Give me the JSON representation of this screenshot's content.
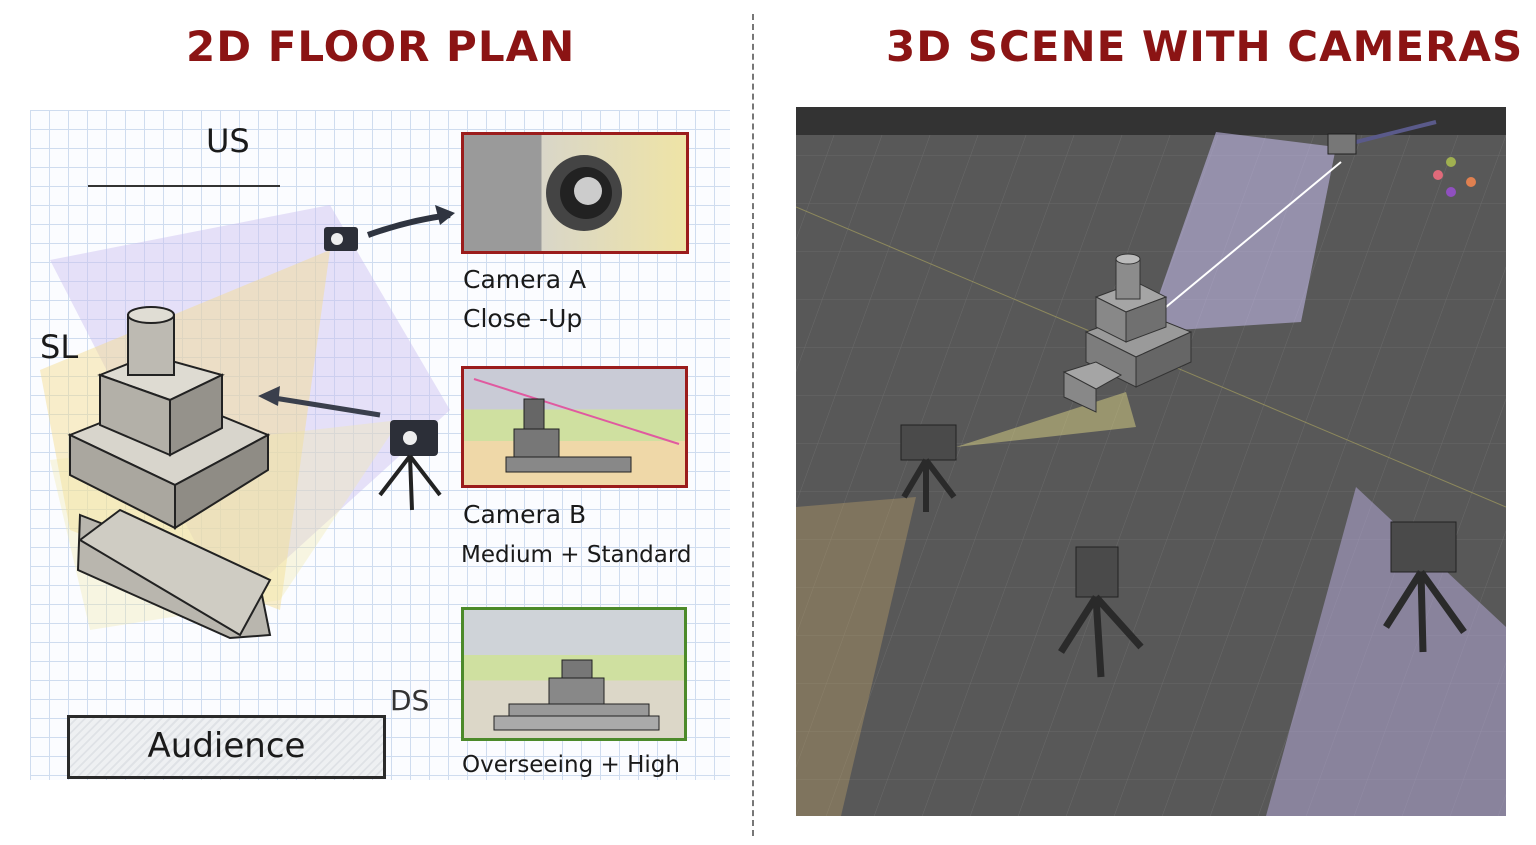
{
  "titles": {
    "left": "2D FLOOR PLAN",
    "right": "3D SCENE WITH CAMERAS"
  },
  "floor_plan": {
    "labels": {
      "upstage": "US",
      "stage_left": "SL",
      "downstage": "DS",
      "audience": "Audience"
    },
    "cameras": [
      {
        "name": "Camera A",
        "shot": "Close -Up",
        "frame_color": "#9b1c1c"
      },
      {
        "name": "Camera B",
        "shot": "Medium + Standard",
        "frame_color": "#9b1c1c"
      },
      {
        "name": "",
        "shot": "Overseeing + High",
        "frame_color": "#4c8a2a"
      }
    ]
  },
  "colors": {
    "title": "#8b1414",
    "scene_floor": "#585858",
    "cone_purple": "#b9aee0",
    "cone_yellow": "#e8e08a"
  }
}
